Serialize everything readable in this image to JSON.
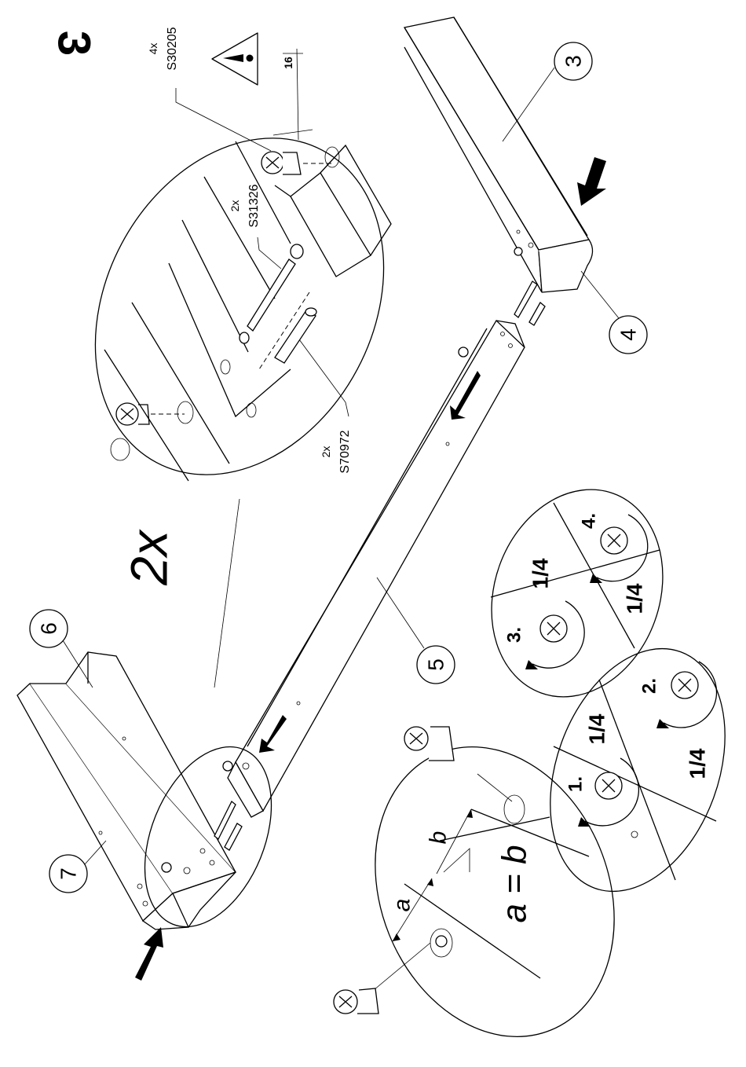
{
  "step": {
    "number": "3",
    "multiplier": "2x"
  },
  "callouts": {
    "cam_lock": {
      "qty": "4x",
      "code": "S30205"
    },
    "cam_bolt": {
      "qty": "2x",
      "code": "S31326"
    },
    "dowel": {
      "qty": "2x",
      "code": "S70972"
    },
    "dimension": "16"
  },
  "part_labels": [
    "3",
    "4",
    "5",
    "6",
    "7"
  ],
  "measure": {
    "a": "a",
    "b": "b",
    "equation": "a = b"
  },
  "cam_steps": [
    {
      "label": "1.",
      "turn": "1/4"
    },
    {
      "label": "2.",
      "turn": "1/4"
    },
    {
      "label": "3.",
      "turn": "1/4"
    },
    {
      "label": "4.",
      "turn": "1/4"
    }
  ],
  "icons": [
    "warning-triangle-icon",
    "insertion-arrow-icon",
    "rotate-arrow-icon",
    "cam-lock-icon"
  ]
}
